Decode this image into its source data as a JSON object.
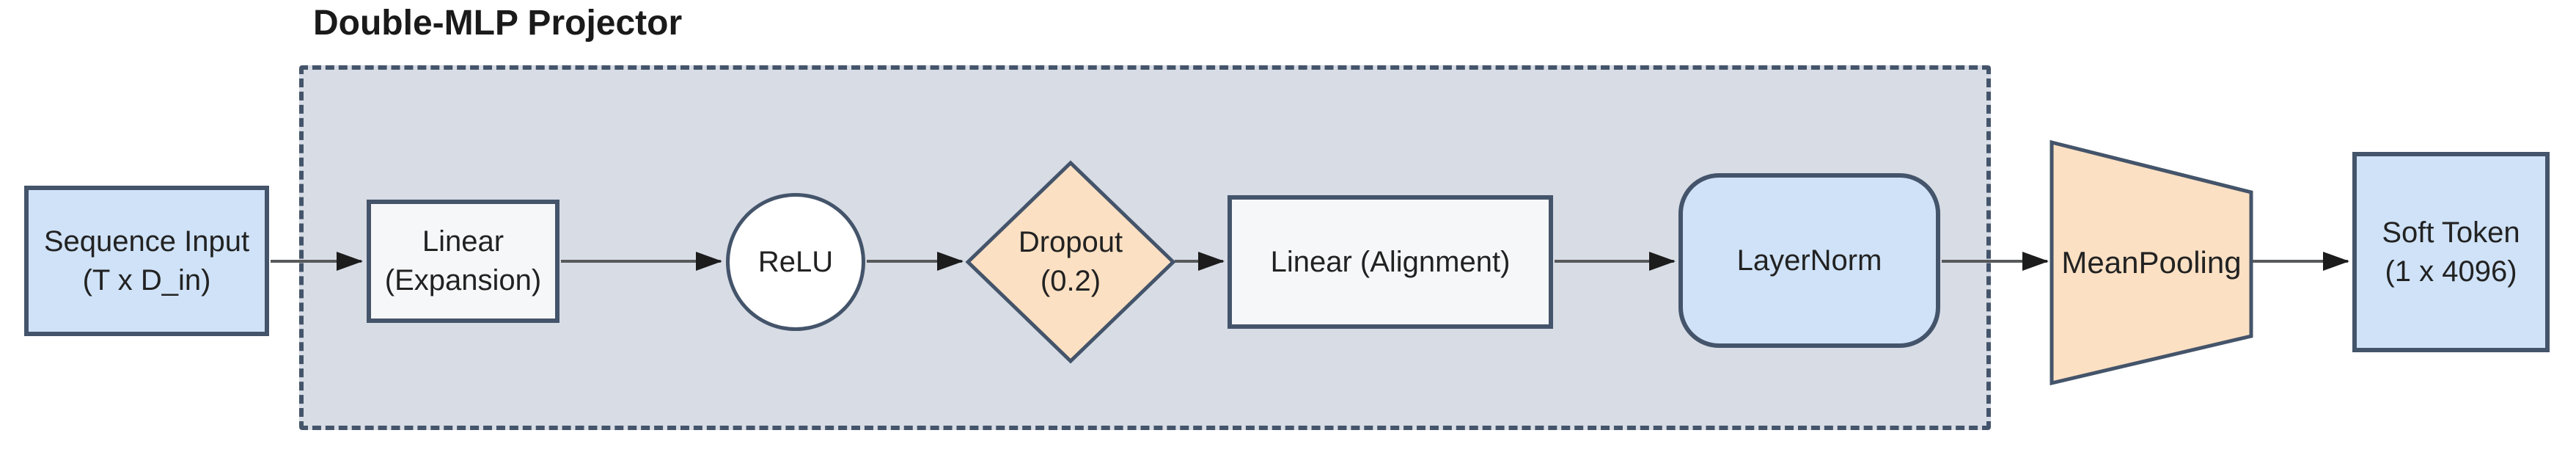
{
  "title": "Double-MLP Projector",
  "nodes": [
    {
      "id": "sequence-input",
      "shape": "rectangle",
      "fill": "blue",
      "label": "Sequence Input",
      "sublabel": "(T x D_in)"
    },
    {
      "id": "linear-expansion",
      "shape": "rectangle",
      "fill": "white",
      "label": "Linear",
      "sublabel": "(Expansion)"
    },
    {
      "id": "relu",
      "shape": "circle",
      "fill": "white",
      "label": "ReLU"
    },
    {
      "id": "dropout",
      "shape": "diamond",
      "fill": "peach",
      "label": "Dropout",
      "sublabel": "(0.2)"
    },
    {
      "id": "linear-alignment",
      "shape": "rectangle",
      "fill": "white",
      "label": "Linear (Alignment)"
    },
    {
      "id": "layernorm",
      "shape": "rounded-rect",
      "fill": "blue",
      "label": "LayerNorm"
    },
    {
      "id": "meanpooling",
      "shape": "trapezoid",
      "fill": "peach",
      "label": "MeanPooling"
    },
    {
      "id": "soft-token",
      "shape": "rectangle",
      "fill": "blue",
      "label": "Soft Token",
      "sublabel": "(1 x 4096)"
    }
  ],
  "group": {
    "label": "Double-MLP Projector",
    "contains": [
      "linear-expansion",
      "relu",
      "dropout",
      "linear-alignment",
      "layernorm"
    ]
  },
  "edges": [
    [
      "sequence-input",
      "linear-expansion"
    ],
    [
      "linear-expansion",
      "relu"
    ],
    [
      "relu",
      "dropout"
    ],
    [
      "dropout",
      "linear-alignment"
    ],
    [
      "linear-alignment",
      "layernorm"
    ],
    [
      "layernorm",
      "meanpooling"
    ],
    [
      "meanpooling",
      "soft-token"
    ]
  ],
  "colors": {
    "container_fill": "#d7dce5",
    "border": "#44546a",
    "blue_fill": "#cfe2f7",
    "white_fill": "#f6f7f8",
    "peach_fill": "#fbe0c3",
    "arrow_line": "#58595b",
    "arrow_head": "#1c1c1c",
    "text": "#222222"
  }
}
